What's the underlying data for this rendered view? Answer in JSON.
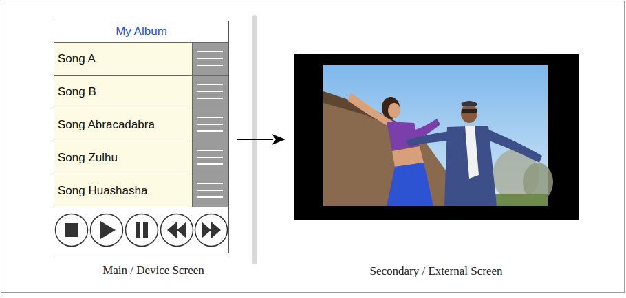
{
  "diagram": {
    "nodes": [
      {
        "text": [
          "My Album",
          "Main / Device Screen"
        ]
      },
      {
        "text": [
          "Song A"
        ],
        "in": 0
      },
      {
        "text": [
          "Song B"
        ],
        "in": 0
      },
      {
        "text": [
          "Song Abracadabra"
        ],
        "in": 0
      },
      {
        "text": [
          "Song Zulhu"
        ],
        "in": 0
      },
      {
        "text": [
          "Song Huashasha"
        ],
        "in": 0
      },
      {
        "text": [
          "Secondary / External Screen"
        ]
      }
    ],
    "edges": [
      {
        "from": 0,
        "to": 6,
        "arrow": "to"
      }
    ]
  }
}
